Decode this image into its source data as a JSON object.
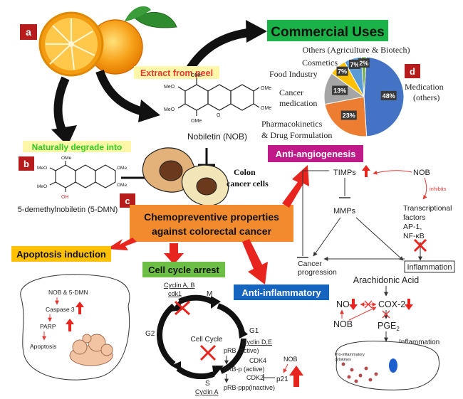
{
  "panels": {
    "a": "a",
    "b": "b",
    "c": "c",
    "d": "d"
  },
  "title_commercial": "Commercial Uses",
  "extract_label": "Extract from peel",
  "nobiletin_label": "Nobiletin (NOB)",
  "degrade_label": "Naturally degrade into",
  "dmn_label": "5-demethylnobiletin (5-DMN)",
  "colon_label": [
    "Colon",
    "cancer cells"
  ],
  "chemo_label": [
    "Chemopreventive properties",
    "against colorectal cancer"
  ],
  "chem": {
    "ome": "OMe",
    "me": "MeO",
    "oh": "OH",
    "o": "O"
  },
  "pie": {
    "labels": {
      "others": "Others (Agriculture & Biotech)",
      "cosmetics": "Cosmetics",
      "food": "Food Industry",
      "cancer": [
        "Cancer",
        "medication"
      ],
      "medication": [
        "Medication",
        "(others)"
      ],
      "pharma": [
        "Pharmacokinetics",
        "& Drug Formulation"
      ]
    }
  },
  "chart_data": {
    "type": "pie",
    "categories": [
      "Medication (others)",
      "Pharmacokinetics & Drug Formulation",
      "Cancer medication",
      "Food Industry",
      "Cosmetics",
      "Others (Agriculture & Biotech)"
    ],
    "values": [
      48,
      23,
      13,
      7,
      7,
      2
    ],
    "value_labels": [
      "48%",
      "23%",
      "13%",
      "7%",
      "7%",
      "2%"
    ],
    "colors": [
      "#4472c4",
      "#ed7d31",
      "#a5a5a5",
      "#ffc000",
      "#5b9bd5",
      "#70ad47"
    ]
  },
  "angio": {
    "title": "Anti-angiogenesis",
    "timps": "TIMPs",
    "nob": "NOB",
    "inhibits": "inhibits",
    "tf": [
      "Transcriptional",
      "factors",
      "AP-1,",
      "NF-κB"
    ],
    "mmps": "MMPs",
    "cancer_prog": [
      "Cancer",
      "progression"
    ],
    "inflammation": "Inflammation"
  },
  "inflam": {
    "title": "Anti-inflammatory",
    "arachidonic": "Arachidonic Acid",
    "no": "NO",
    "cox2": "COX-2",
    "nob": "NOB",
    "pge": "PGE",
    "pge_sub": "2",
    "inflammation": "Inflammation",
    "cytokines": [
      "Pro-inflammatory",
      "cytokines"
    ]
  },
  "apoptosis": {
    "title": "Apoptosis induction",
    "nob": "NOB & 5-DMN",
    "caspase": "Caspase 3",
    "parp": "PARP",
    "apoptosis": "Apoptosis"
  },
  "cellcycle": {
    "title": "Cell cycle arrest",
    "center": "Cell Cycle",
    "m": "M",
    "g1": "G1",
    "g2": "G2",
    "s": "S",
    "cyclin_ab": "Cyclin A, B",
    "cdk1": "cdk1",
    "cyclin_de": "Cyclin D,E",
    "cyclin_a": "Cyclin A",
    "prb_active": "pRB (active)",
    "cdk4": "CDK4",
    "prbp": "pRB-p (active)",
    "cdk2": "CDK2",
    "prbppp": "pRB-ppp(inactive)",
    "nob": "NOB",
    "p21": "p21"
  }
}
